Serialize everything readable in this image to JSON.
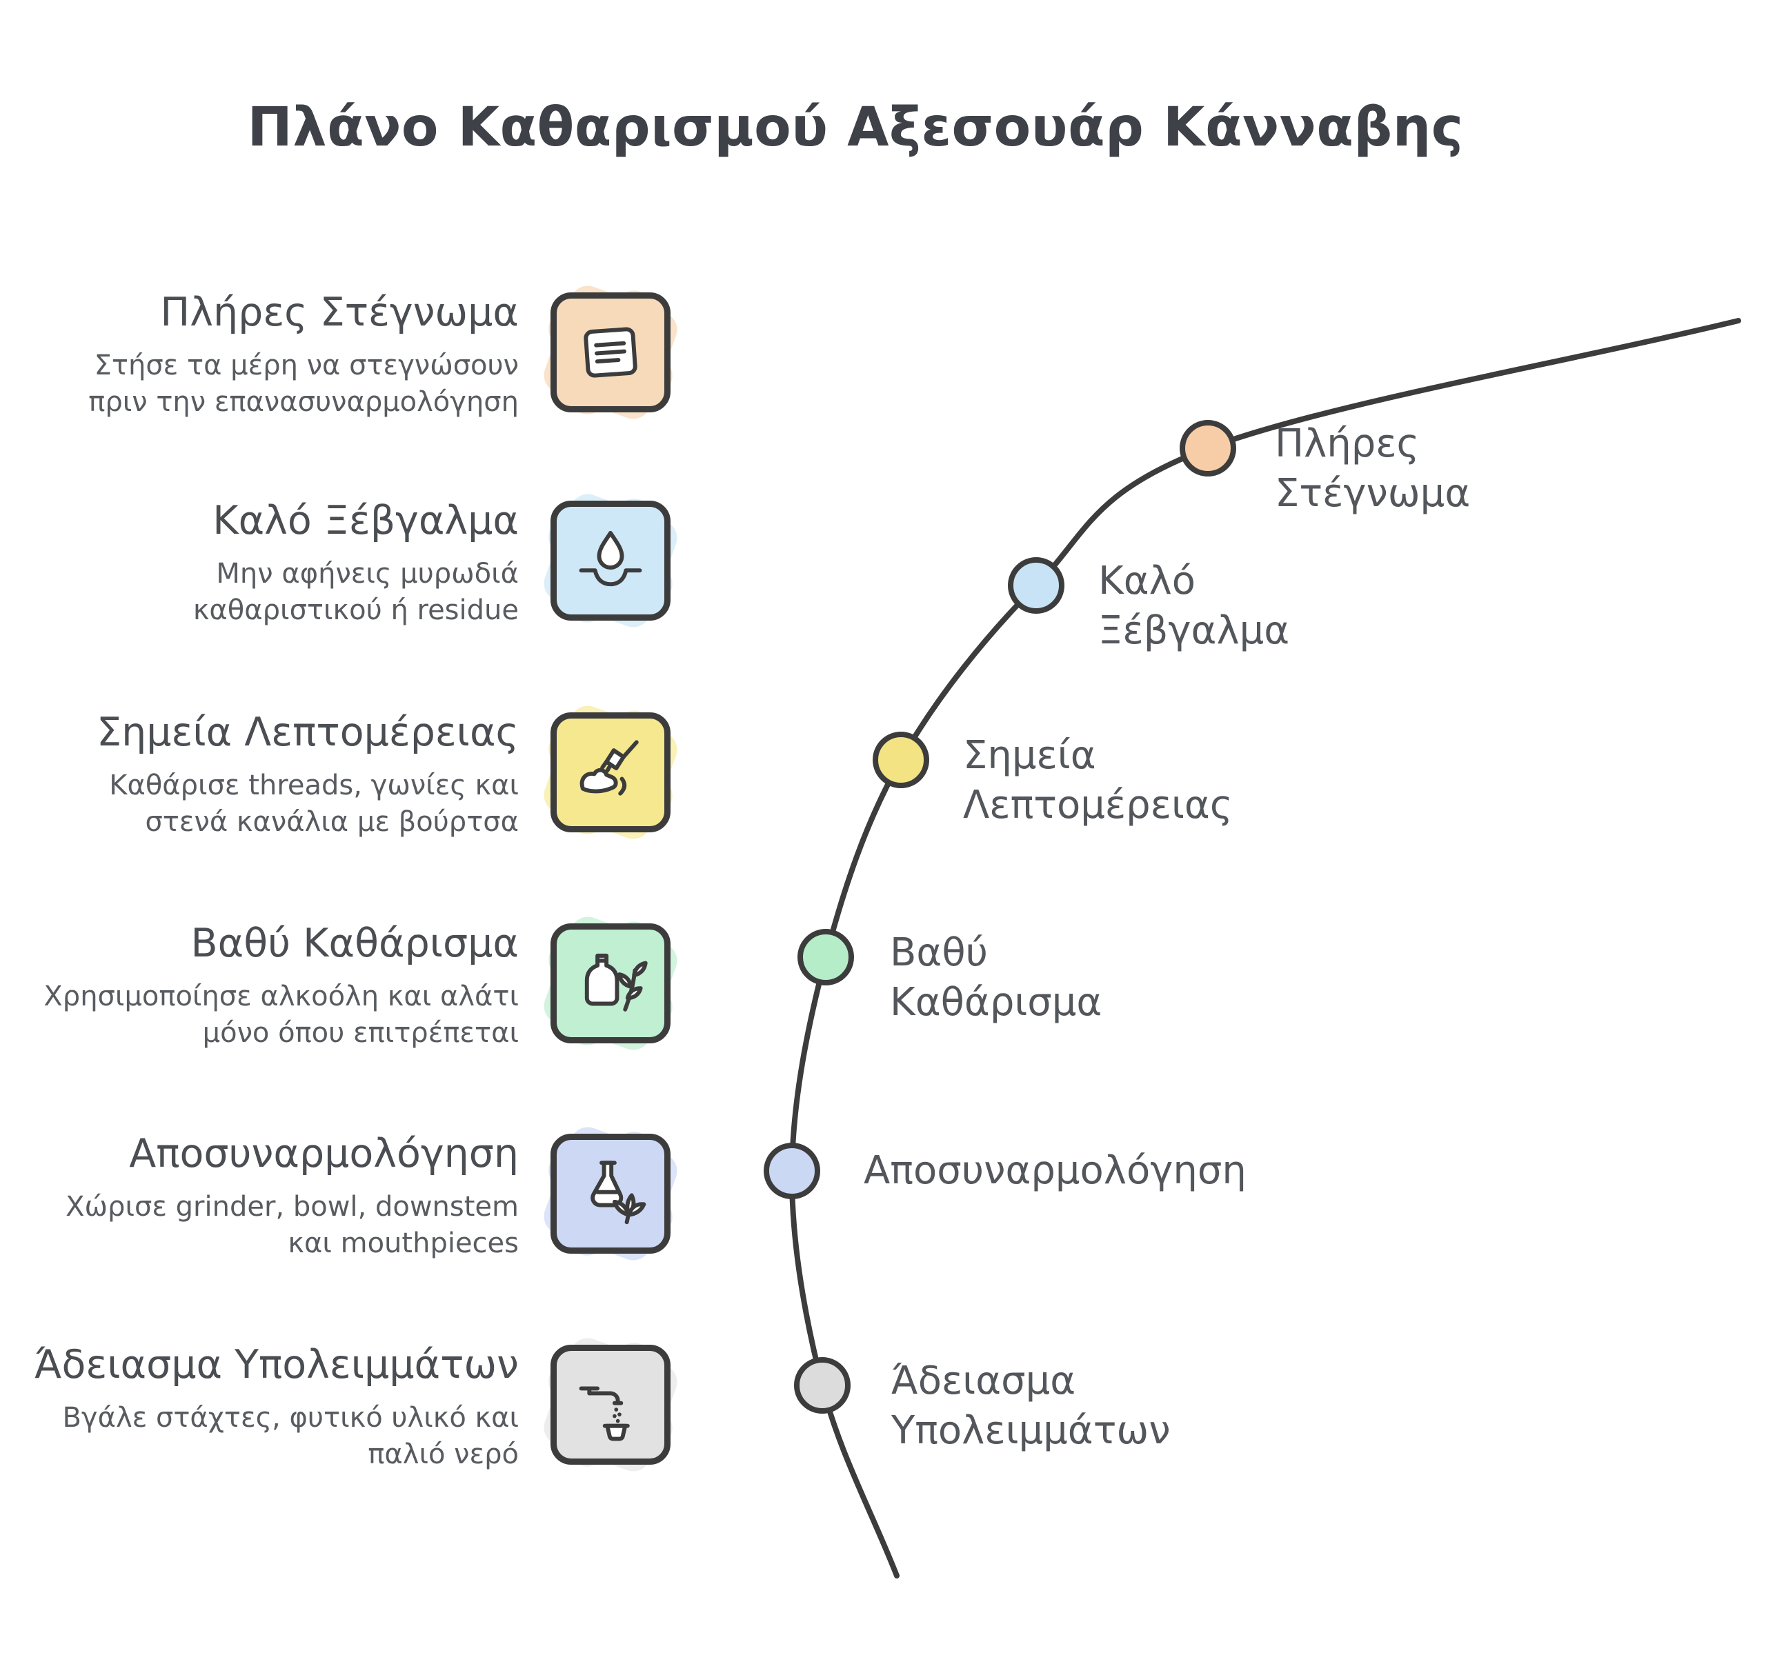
{
  "title": "Πλάνο Καθαρισμού Αξεσουάρ Κάνναβης",
  "palette": {
    "outline": "#3c3c3c",
    "background": "#ffffff",
    "title_color": "#3e4148",
    "steps": [
      {
        "name": "peach",
        "tint": "#f7dab9",
        "dot": "#f6cda6"
      },
      {
        "name": "blue",
        "tint": "#cfe8f7",
        "dot": "#c8e3f5"
      },
      {
        "name": "yellow",
        "tint": "#f6e88f",
        "dot": "#f4e382"
      },
      {
        "name": "green",
        "tint": "#c0efd2",
        "dot": "#b5edc8"
      },
      {
        "name": "periwinkle",
        "tint": "#cdd9f4",
        "dot": "#cbd8f4"
      },
      {
        "name": "gray",
        "tint": "#e2e2e2",
        "dot": "#dcdcdc"
      }
    ]
  },
  "steps": [
    {
      "title": "Πλήρες Στέγνωμα",
      "description": "Στήσε τα μέρη να στεγνώσουν πριν την επανασυναρμολόγηση",
      "icon": "document-icon",
      "arc_label": [
        "Πλήρες",
        "Στέγνωμα"
      ]
    },
    {
      "title": "Καλό Ξέβγαλμα",
      "description": "Μην αφήνεις μυρωδιά καθαριστικού ή residue",
      "icon": "water-drop-icon",
      "arc_label": [
        "Καλό",
        "Ξέβγαλμα"
      ]
    },
    {
      "title": "Σημεία Λεπτομέρειας",
      "description": "Καθάρισε threads, γωνίες και στενά κανάλια με βούρτσα",
      "icon": "brush-hand-icon",
      "arc_label": [
        "Σημεία",
        "Λεπτομέρειας"
      ]
    },
    {
      "title": "Βαθύ Καθάρισμα",
      "description": "Χρησιμοποίησε αλκοόλη και αλάτι μόνο όπου επιτρέπεται",
      "icon": "bottle-herb-icon",
      "arc_label": [
        "Βαθύ",
        "Καθάρισμα"
      ]
    },
    {
      "title": "Αποσυναρμολόγηση",
      "description": "Χώρισε grinder, bowl, downstem και mouthpieces",
      "icon": "flask-leaf-icon",
      "arc_label": [
        "Αποσυναρμολόγηση"
      ]
    },
    {
      "title": "Άδειασμα Υπολειμμάτων",
      "description": "Βγάλε στάχτες, φυτικό υλικό και παλιό νερό",
      "icon": "faucet-icon",
      "arc_label": [
        "Άδειασμα",
        "Υπολειμμάτων"
      ]
    }
  ]
}
